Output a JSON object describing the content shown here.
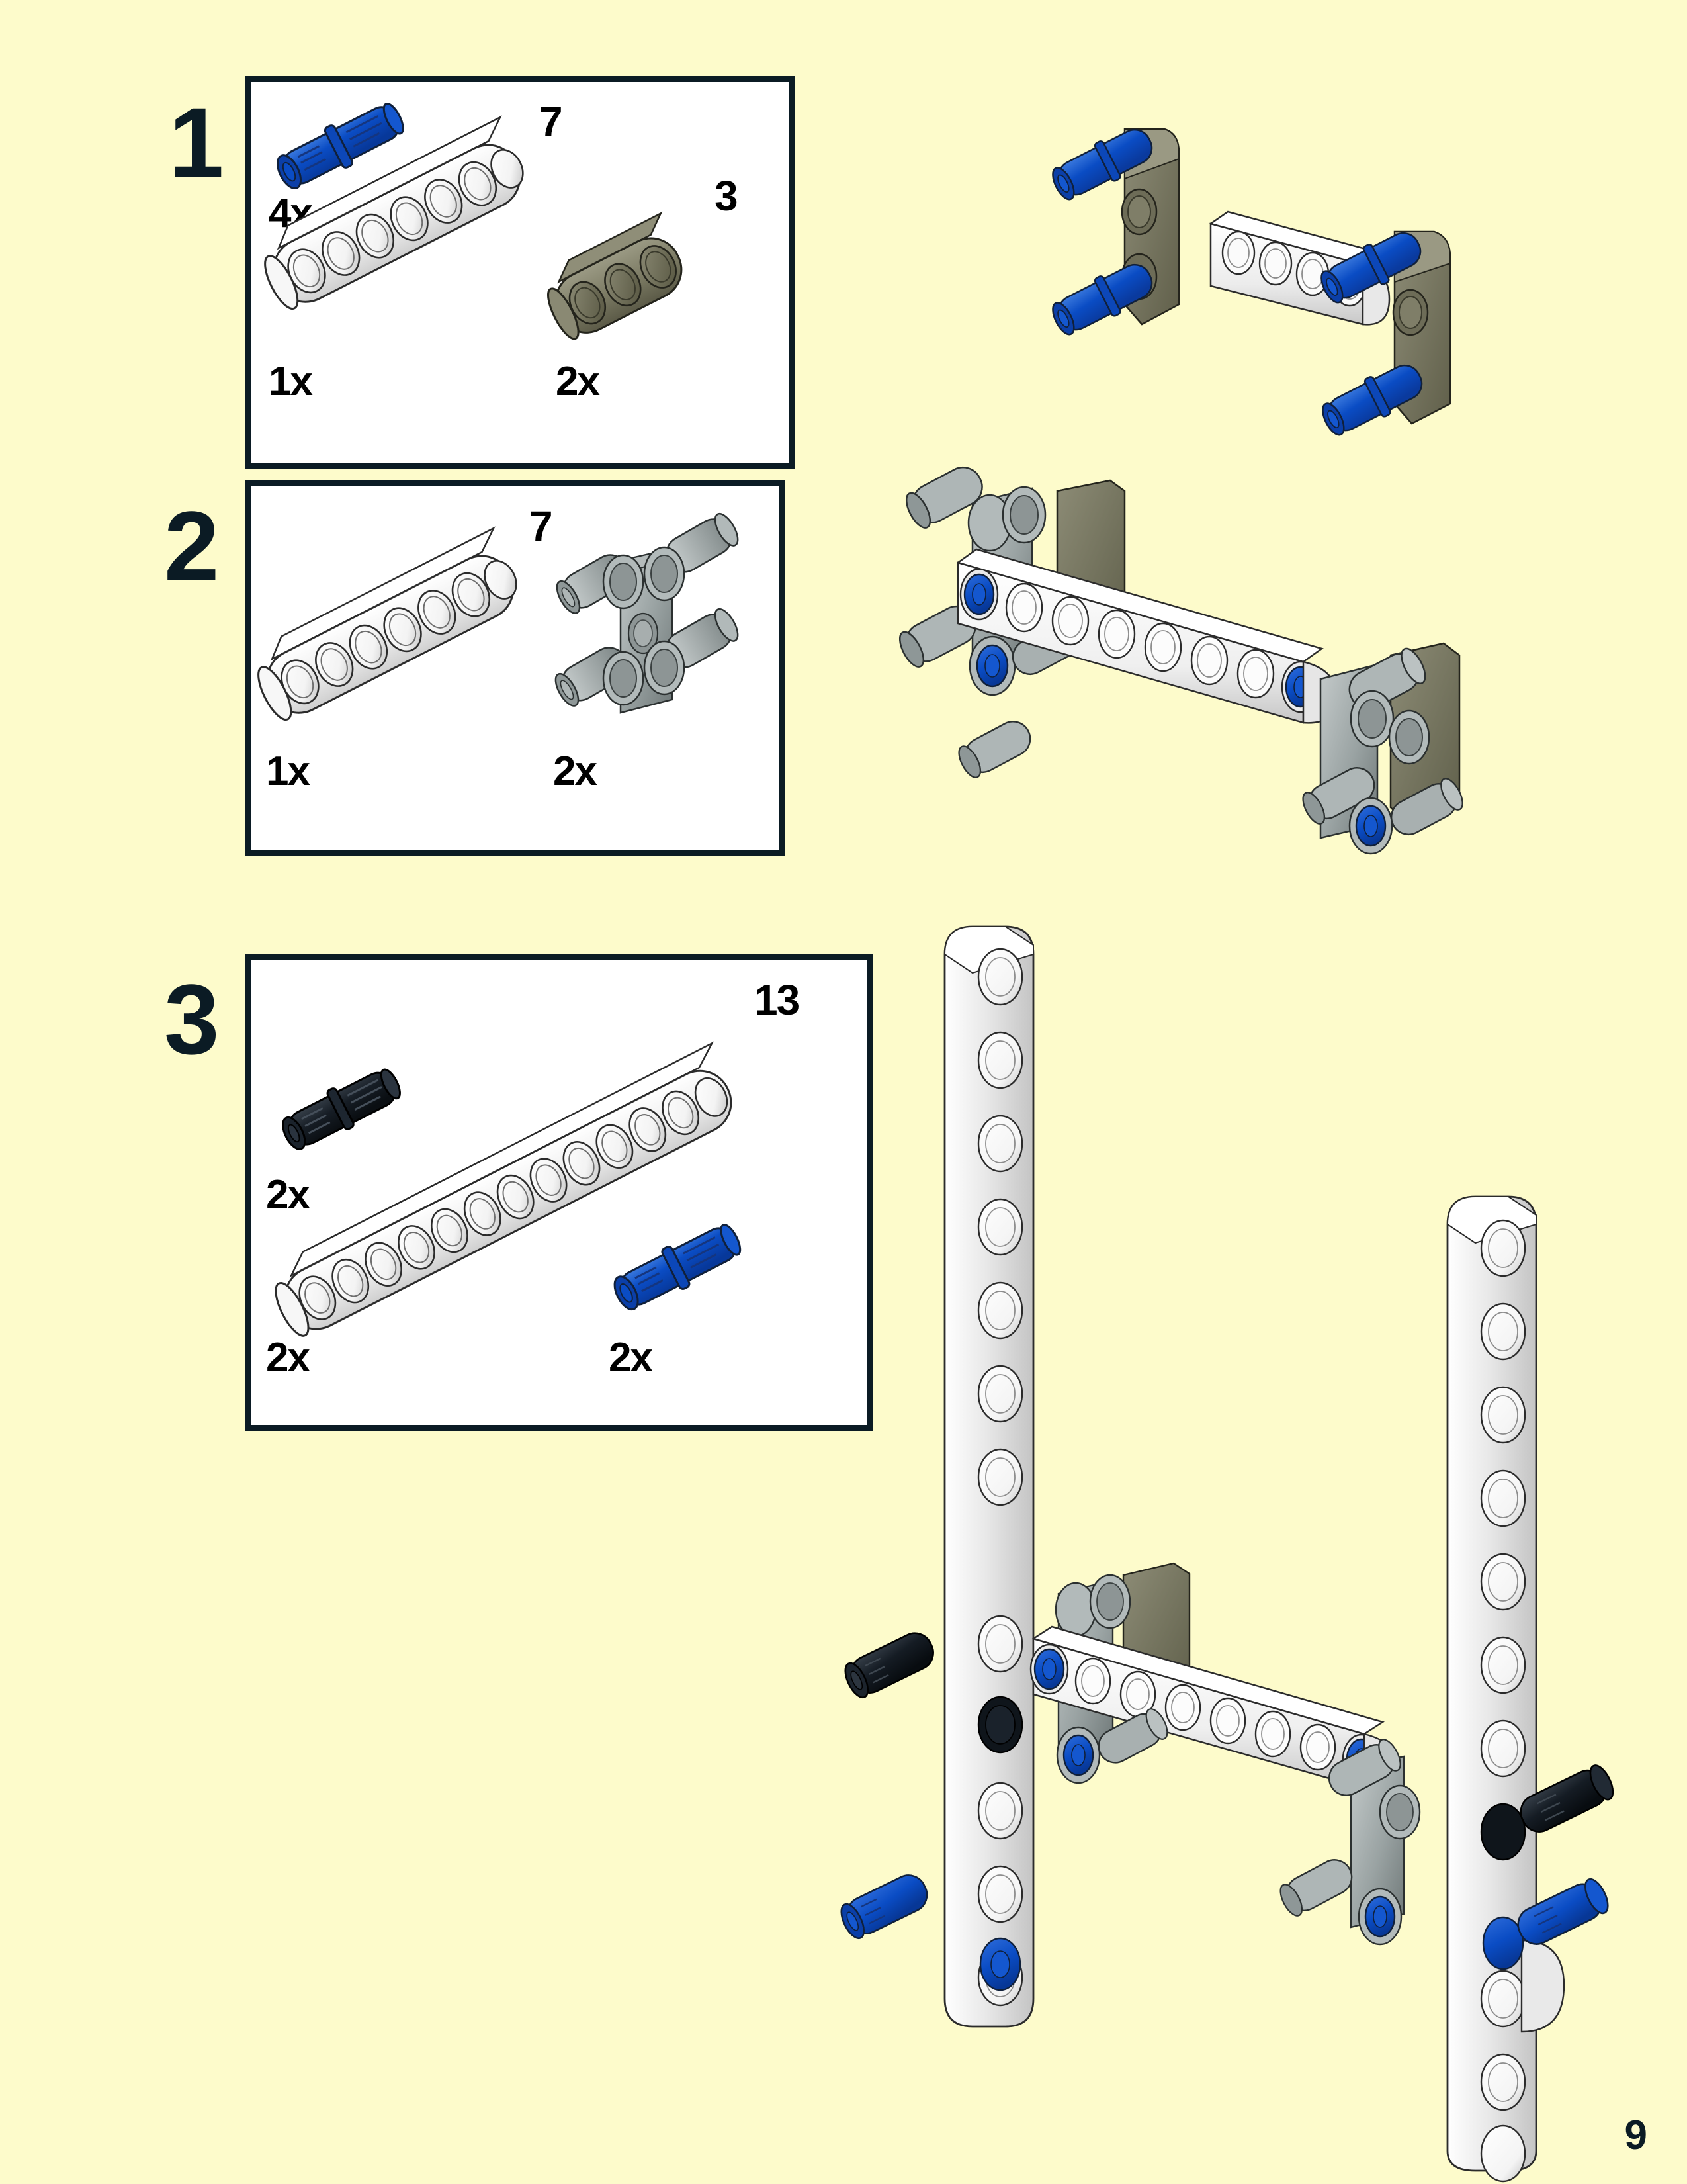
{
  "page": {
    "number": "9",
    "background_color": "#fdfbcb",
    "box_border_color": "#0b1b24",
    "box_fill_color": "#ffffff",
    "document_type": "lego-technic-building-instructions"
  },
  "palette": {
    "blue_pin": "#0a4cc4",
    "black_pin": "#10161c",
    "white_beam": "#f2f2f2",
    "light_gray": "#9aa3a3",
    "dark_tan_gray": "#7b7a63",
    "outline": "#1a1a1a",
    "numeral": "#0b1b24"
  },
  "steps": [
    {
      "id": 1,
      "number": "1",
      "parts": [
        {
          "name": "blue-friction-pin",
          "color_name": "blue",
          "color": "#0a4cc4",
          "count": "4x",
          "length_label": "",
          "holes": 0
        },
        {
          "name": "white-liftarm-7",
          "color_name": "white",
          "color": "#f2f2f2",
          "count": "1x",
          "length_label": "7",
          "holes": 7
        },
        {
          "name": "dark-tan-liftarm-3",
          "color_name": "dark tan gray",
          "color": "#7b7a63",
          "count": "2x",
          "length_label": "3",
          "holes": 3
        }
      ],
      "assembly": {
        "name": "step-1-assembly",
        "description": "white 7-hole beam with two dark tan 3-hole beams and four blue pins"
      }
    },
    {
      "id": 2,
      "number": "2",
      "parts": [
        {
          "name": "white-liftarm-7",
          "color_name": "white",
          "color": "#f2f2f2",
          "count": "1x",
          "length_label": "7",
          "holes": 7
        },
        {
          "name": "gray-double-pin-connector",
          "color_name": "light gray",
          "color": "#9aa3a3",
          "count": "2x",
          "length_label": "",
          "holes": 0
        }
      ],
      "assembly": {
        "name": "step-2-assembly",
        "description": "white 7-hole beam attached over gray connectors with blue pins"
      }
    },
    {
      "id": 3,
      "number": "3",
      "parts": [
        {
          "name": "black-friction-pin",
          "color_name": "black",
          "color": "#10161c",
          "count": "2x",
          "length_label": "",
          "holes": 0
        },
        {
          "name": "white-liftarm-13",
          "color_name": "white",
          "color": "#f2f2f2",
          "count": "2x",
          "length_label": "13",
          "holes": 13
        },
        {
          "name": "blue-friction-pin",
          "color_name": "blue",
          "color": "#0a4cc4",
          "count": "2x",
          "length_label": "",
          "holes": 0
        }
      ],
      "assembly": {
        "name": "step-3-assembly",
        "description": "two vertical white 13-hole beams joined to the sub-assembly with blue and black pins"
      }
    }
  ]
}
